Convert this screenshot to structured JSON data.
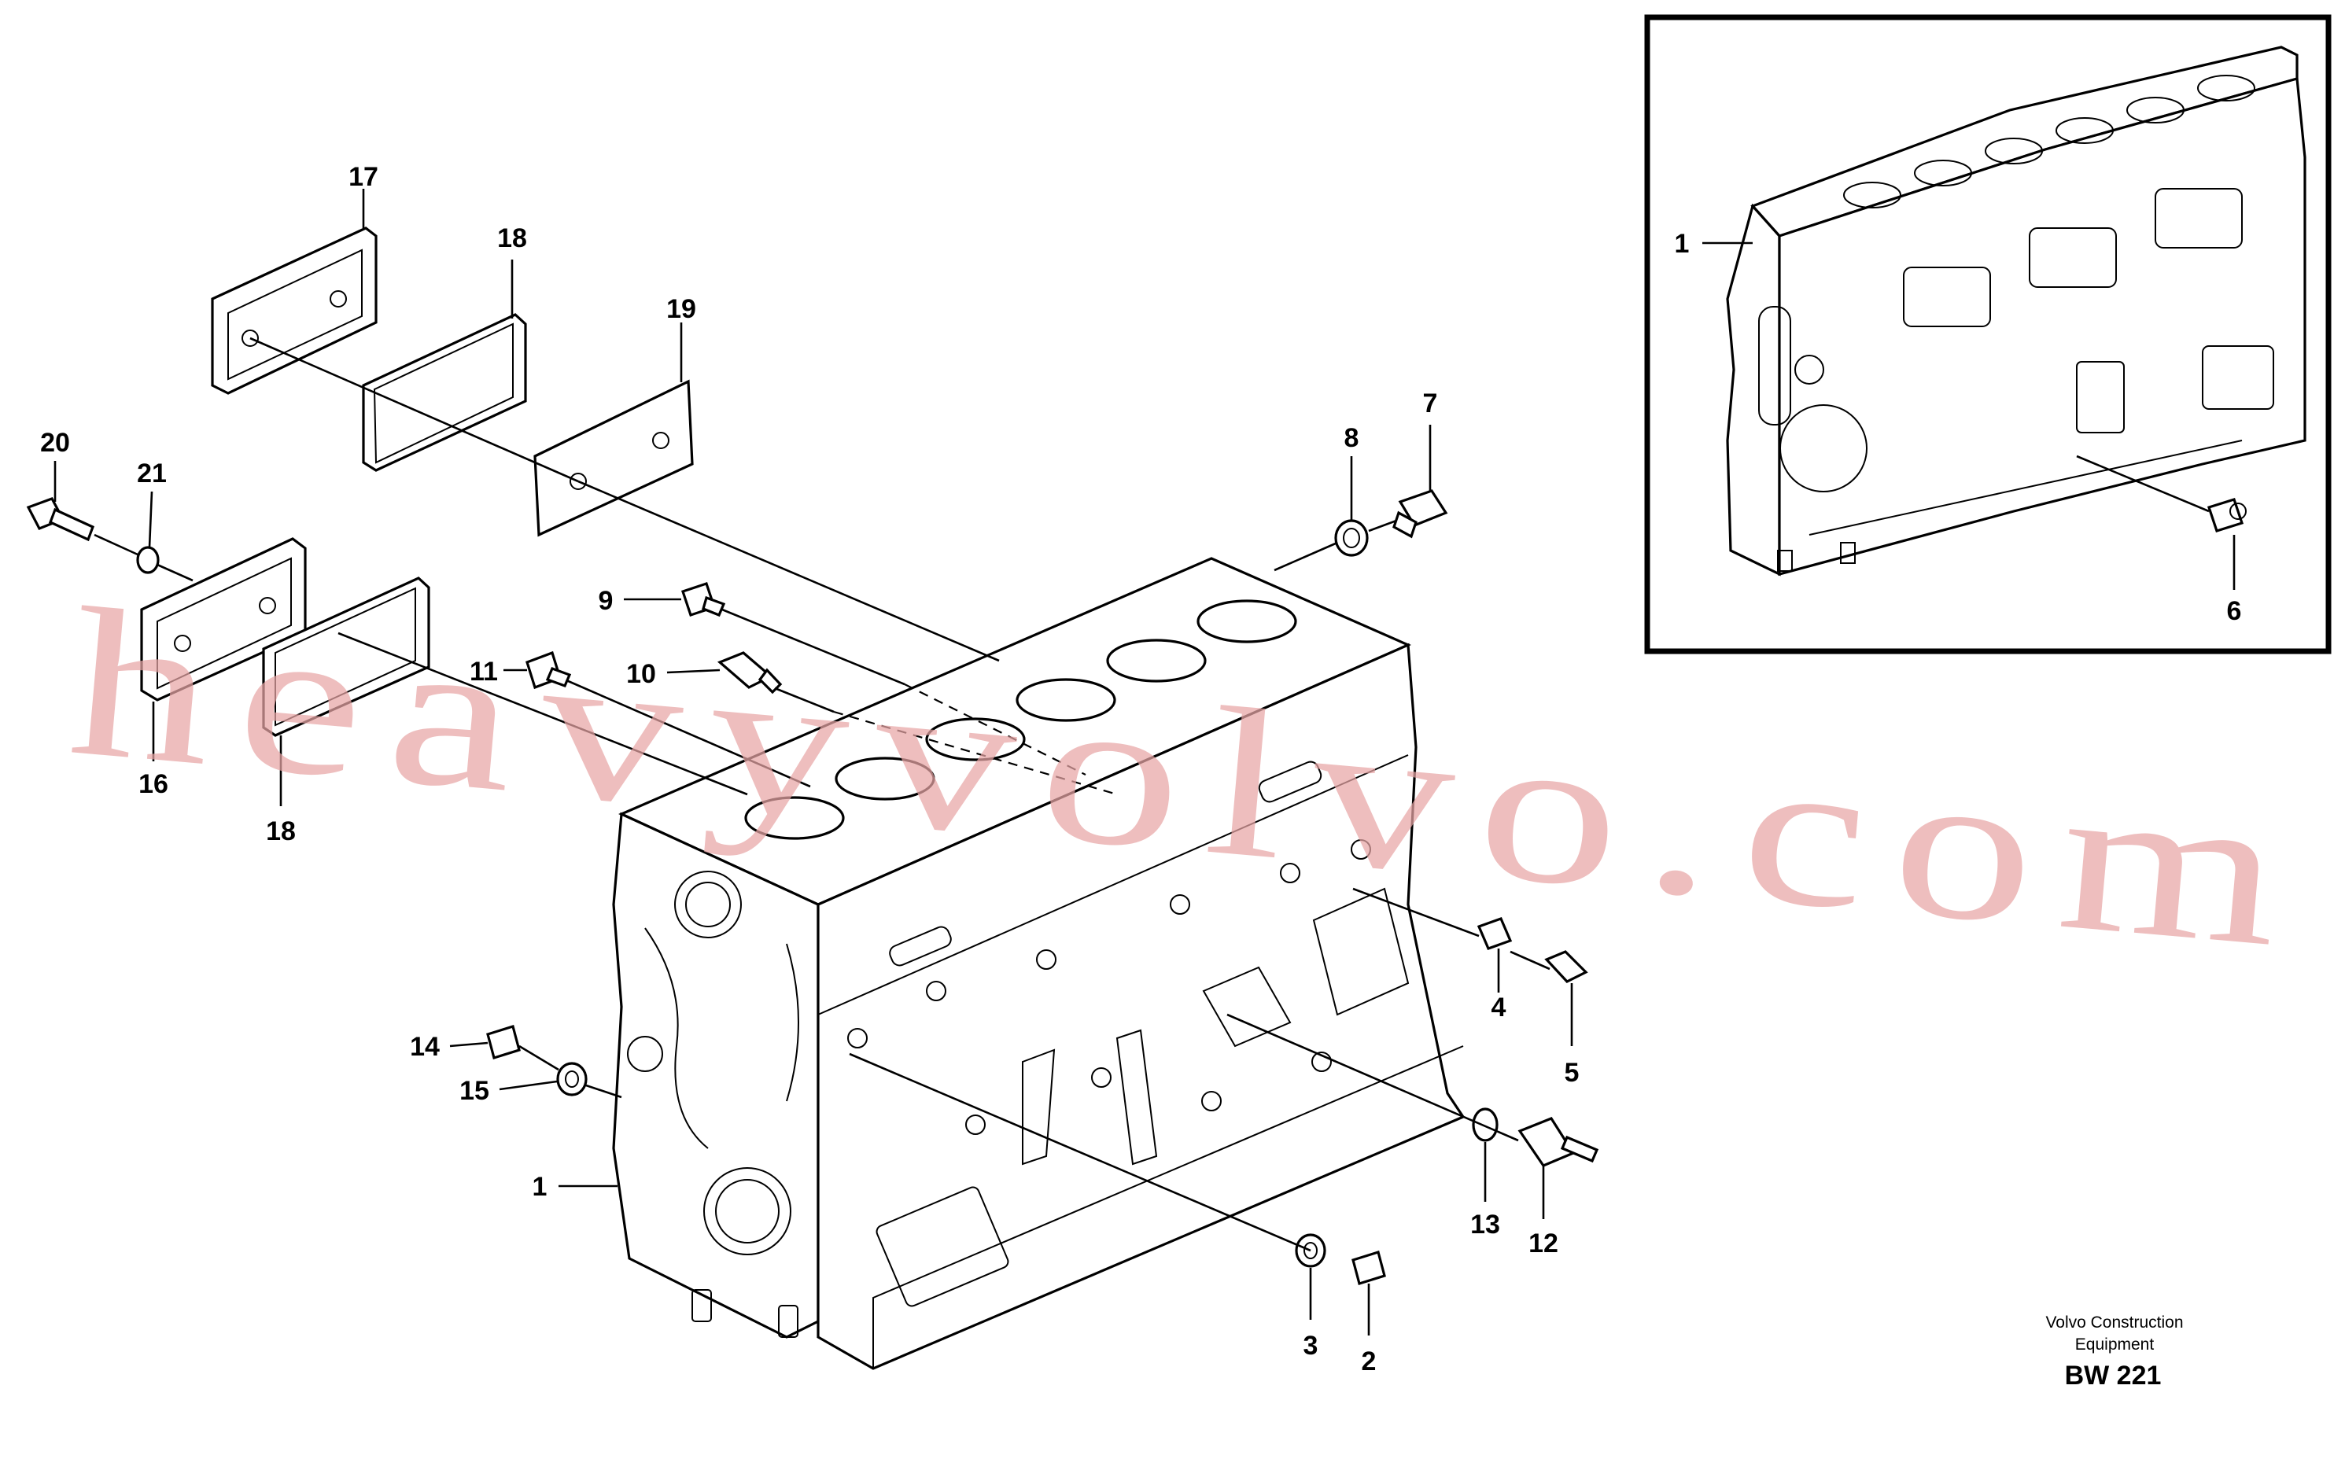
{
  "watermark": "heavyvolvo.com",
  "footer": {
    "maker_line1": "Volvo Construction",
    "maker_line2": "Equipment",
    "code": "BW 221"
  },
  "callouts": {
    "c1": "1",
    "c2": "2",
    "c3": "3",
    "c4": "4",
    "c5": "5",
    "c6": "6",
    "c7": "7",
    "c8": "8",
    "c9": "9",
    "c10": "10",
    "c11": "11",
    "c12": "12",
    "c13": "13",
    "c14": "14",
    "c15": "15",
    "c16": "16",
    "c17": "17",
    "c18": "18",
    "c19": "19",
    "c20": "20",
    "c21": "21"
  },
  "inset_callouts": {
    "c1": "1",
    "c6": "6"
  }
}
